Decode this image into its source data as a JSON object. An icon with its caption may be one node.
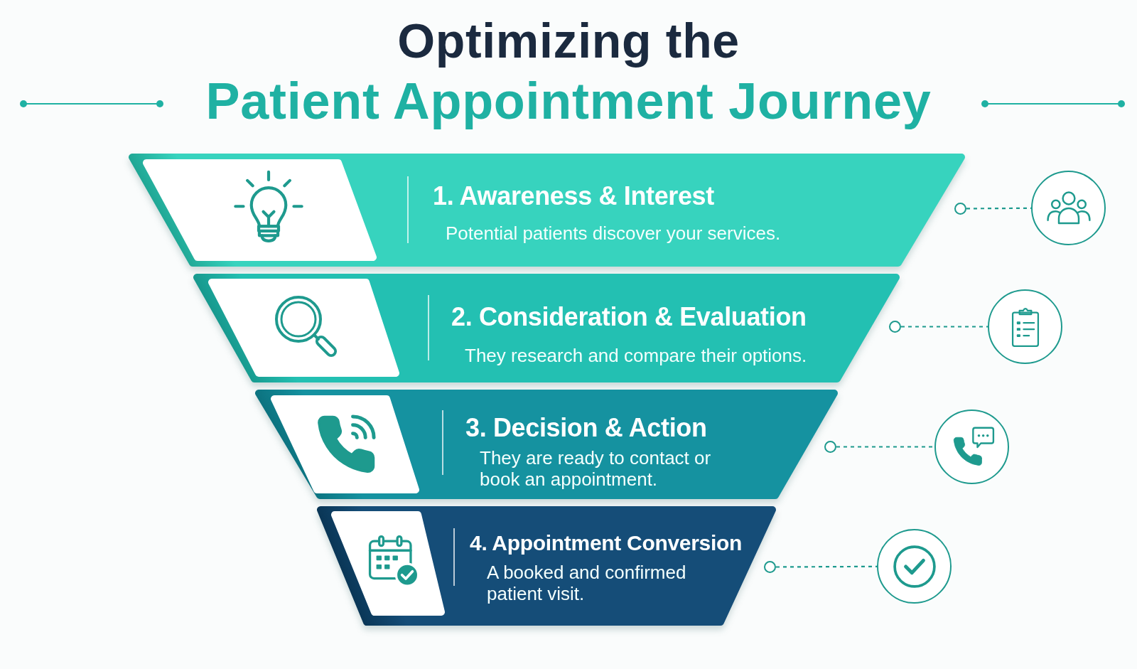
{
  "diagram": {
    "title": "Optimizing the",
    "nodes": [
      {
        "text": [
          "1. Awareness & Interest",
          "Potential patients discover your services."
        ]
      },
      {
        "text": [
          "2. Consideration & Evaluation",
          "They research and compare their options."
        ]
      },
      {
        "text": [
          "3. Decision & Action",
          "They are ready to contact or book an appointment."
        ]
      },
      {
        "text": [
          "4. Appointment Conversion",
          "A booked and confirmed patient visit."
        ]
      },
      {
        "text": [],
        "shape": "circle"
      },
      {
        "text": [],
        "shape": "circle"
      },
      {
        "text": [],
        "shape": "circle"
      },
      {
        "text": [],
        "shape": "circle"
      },
      {
        "text": [],
        "shape": "circle"
      },
      {
        "text": [],
        "shape": "circle"
      },
      {
        "text": [],
        "shape": "circle"
      },
      {
        "text": [],
        "shape": "circle"
      }
    ],
    "edges": [
      {
        "from": 4,
        "to": 5,
        "arrow": "none",
        "style": "dashed"
      },
      {
        "from": 6,
        "to": 7,
        "arrow": "none",
        "style": "dashed"
      },
      {
        "from": 8,
        "to": 9,
        "arrow": "none",
        "style": "dashed"
      },
      {
        "from": 10,
        "to": 11,
        "arrow": "none",
        "style": "dashed"
      }
    ],
    "labels": [
      "Patient Appointment Journey"
    ]
  }
}
